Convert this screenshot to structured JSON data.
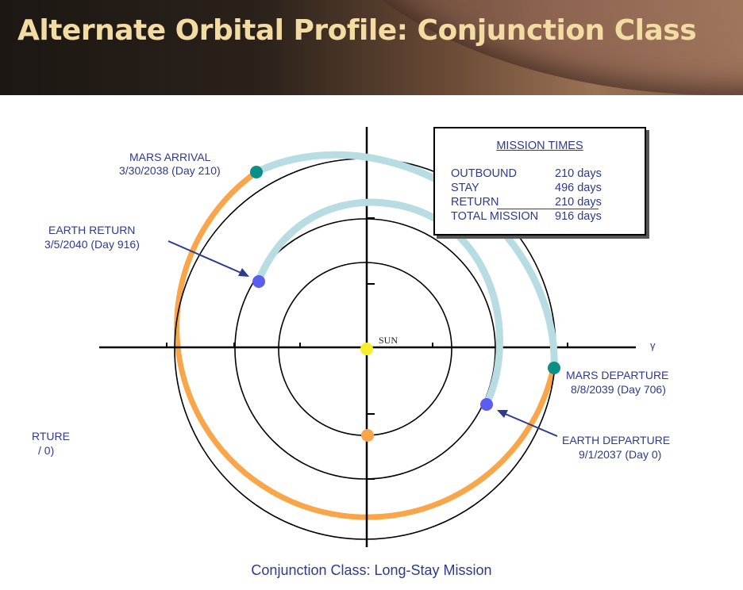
{
  "header": {
    "title": "Alternate Orbital Profile: Conjunction Class"
  },
  "diagram": {
    "sun_label": "SUN",
    "axis_label": "γ",
    "events": {
      "mars_arrival": {
        "name": "MARS ARRIVAL",
        "date": "3/30/2038 (Day 210)"
      },
      "earth_return": {
        "name": "EARTH RETURN",
        "date": "3/5/2040 (Day 916)"
      },
      "mars_departure": {
        "name": "MARS DEPARTURE",
        "date": "8/8/2039 (Day 706)"
      },
      "earth_departure": {
        "name": "EARTH  DEPARTURE",
        "date": "9/1/2037 (Day 0)"
      },
      "cutoff_left": {
        "name": "RTURE",
        "date": "/ 0)"
      }
    },
    "colors": {
      "mars_orbit": "#f9a64a",
      "transfer_path": "#b7dde2",
      "earth_marker": "#5b5cf0",
      "mars_marker": "#0a8f86",
      "sun_marker": "#f6ef2a",
      "label_text": "#2e3a8c"
    }
  },
  "mission_times": {
    "title": "MISSION TIMES",
    "rows": [
      {
        "label": "OUTBOUND",
        "value": "210 days"
      },
      {
        "label": "STAY",
        "value": "496 days"
      },
      {
        "label": "RETURN",
        "value": "210 days"
      },
      {
        "label": "TOTAL MISSION",
        "value": "916 days"
      }
    ]
  },
  "caption": "Conjunction Class:  Long-Stay Mission"
}
